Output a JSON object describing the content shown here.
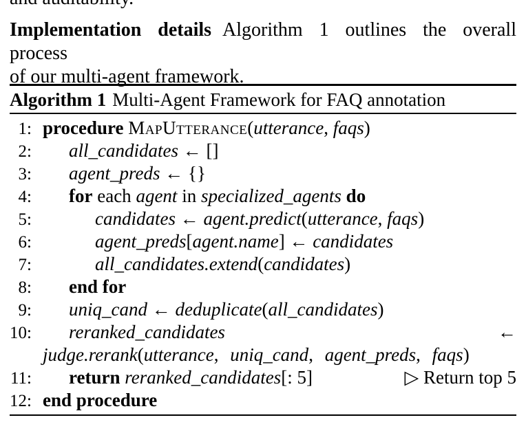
{
  "page": {
    "clipped_line": "and auditability.",
    "paragraph": {
      "lead": "Implementation details",
      "line1_rest": "Algorithm 1 outlines the overall process",
      "line2": "of our multi-agent framework."
    }
  },
  "algorithm": {
    "caption_label": "Algorithm 1",
    "caption_title": "Multi-Agent Framework for FAQ annotation",
    "lines": [
      {
        "number": "1:",
        "indent": 0,
        "segments": [
          {
            "style": "kw",
            "text": "procedure "
          },
          {
            "style": "sc",
            "text": "MapUtterance"
          },
          {
            "style": "plain",
            "text": "("
          },
          {
            "style": "var",
            "text": "utterance"
          },
          {
            "style": "plain",
            "text": ", "
          },
          {
            "style": "var",
            "text": "faqs"
          },
          {
            "style": "plain",
            "text": ")"
          }
        ]
      },
      {
        "number": "2:",
        "indent": 1,
        "segments": [
          {
            "style": "var",
            "text": "all_candidates"
          },
          {
            "style": "plain",
            "text": " ← []"
          }
        ]
      },
      {
        "number": "3:",
        "indent": 1,
        "segments": [
          {
            "style": "var",
            "text": "agent_preds"
          },
          {
            "style": "plain",
            "text": " ← {}"
          }
        ]
      },
      {
        "number": "4:",
        "indent": 1,
        "segments": [
          {
            "style": "kw",
            "text": "for"
          },
          {
            "style": "plain",
            "text": " each "
          },
          {
            "style": "var",
            "text": "agent"
          },
          {
            "style": "plain",
            "text": " in "
          },
          {
            "style": "var",
            "text": "specialized_agents"
          },
          {
            "style": "kw",
            "text": " do"
          }
        ]
      },
      {
        "number": "5:",
        "indent": 2,
        "segments": [
          {
            "style": "var",
            "text": "candidates"
          },
          {
            "style": "plain",
            "text": " ← "
          },
          {
            "style": "var",
            "text": "agent.predict"
          },
          {
            "style": "plain",
            "text": "("
          },
          {
            "style": "var",
            "text": "utterance"
          },
          {
            "style": "plain",
            "text": ", "
          },
          {
            "style": "var",
            "text": "faqs"
          },
          {
            "style": "plain",
            "text": ")"
          }
        ]
      },
      {
        "number": "6:",
        "indent": 2,
        "segments": [
          {
            "style": "var",
            "text": "agent_preds"
          },
          {
            "style": "plain",
            "text": "["
          },
          {
            "style": "var",
            "text": "agent.name"
          },
          {
            "style": "plain",
            "text": "] ← "
          },
          {
            "style": "var",
            "text": "candidates"
          }
        ]
      },
      {
        "number": "7:",
        "indent": 2,
        "segments": [
          {
            "style": "var",
            "text": "all_candidates.extend"
          },
          {
            "style": "plain",
            "text": "("
          },
          {
            "style": "var",
            "text": "candidates"
          },
          {
            "style": "plain",
            "text": ")"
          }
        ]
      },
      {
        "number": "8:",
        "indent": 1,
        "segments": [
          {
            "style": "kw",
            "text": "end for"
          }
        ]
      },
      {
        "number": "9:",
        "indent": 1,
        "segments": [
          {
            "style": "var",
            "text": "uniq_cand"
          },
          {
            "style": "plain",
            "text": " ← "
          },
          {
            "style": "var",
            "text": "deduplicate"
          },
          {
            "style": "plain",
            "text": "("
          },
          {
            "style": "var",
            "text": "all_candidates"
          },
          {
            "style": "plain",
            "text": ")"
          }
        ]
      },
      {
        "number": "10:",
        "indent": 1,
        "right": "←",
        "segments": [
          {
            "style": "var",
            "text": "reranked_candidates"
          }
        ]
      },
      {
        "number": "",
        "indent": 0,
        "stretch": true,
        "segments": [
          {
            "style": "var",
            "text": "judge.rerank"
          },
          {
            "style": "plain",
            "text": "("
          },
          {
            "style": "var",
            "text": "utterance"
          },
          {
            "style": "plain",
            "text": ", "
          },
          {
            "style": "var",
            "text": "uniq_cand"
          },
          {
            "style": "plain",
            "text": ", "
          },
          {
            "style": "var",
            "text": "agent_preds"
          },
          {
            "style": "plain",
            "text": ", "
          },
          {
            "style": "var",
            "text": "faqs"
          },
          {
            "style": "plain",
            "text": ")"
          }
        ]
      },
      {
        "number": "11:",
        "indent": 1,
        "right": "▷ Return top 5",
        "segments": [
          {
            "style": "kw",
            "text": "return "
          },
          {
            "style": "var",
            "text": "reranked_candidates"
          },
          {
            "style": "plain",
            "text": "[: 5]"
          }
        ]
      },
      {
        "number": "12:",
        "indent": 0,
        "segments": [
          {
            "style": "kw",
            "text": "end procedure"
          }
        ]
      }
    ]
  },
  "colors": {
    "text": "#000000",
    "background": "#ffffff",
    "rule": "#000000"
  }
}
